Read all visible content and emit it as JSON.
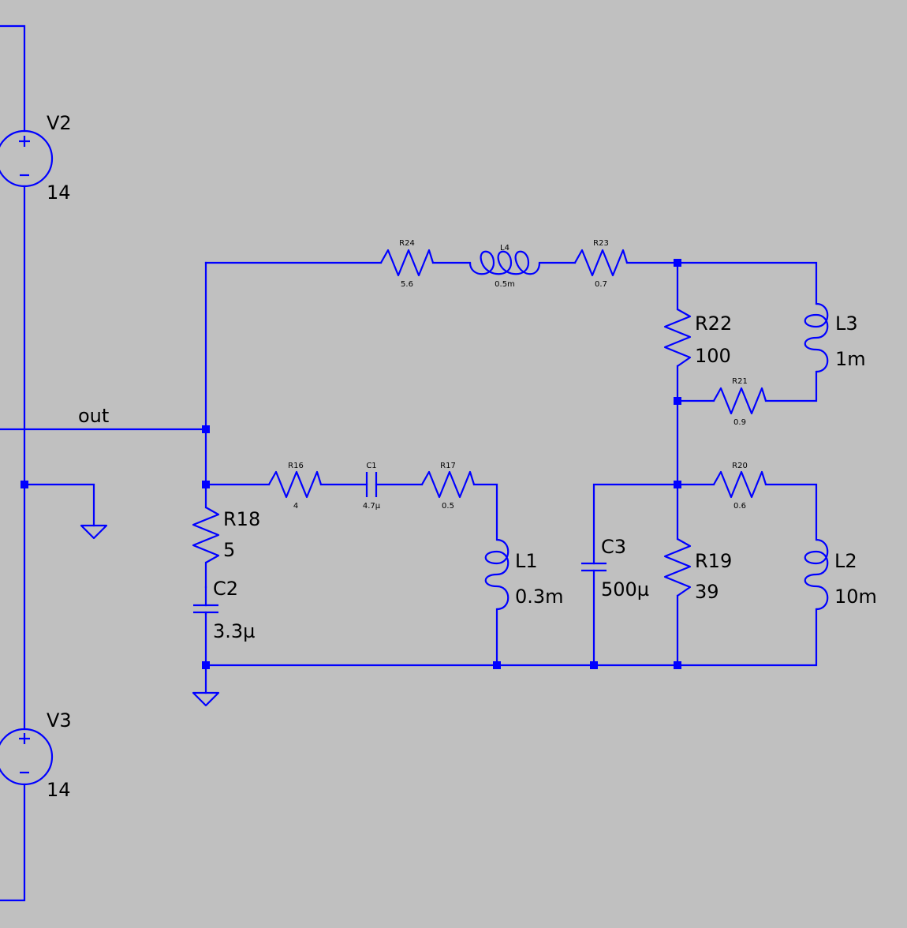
{
  "colors": {
    "background": "#c0c0c0",
    "wire": "#0000ff",
    "text": "#000000"
  },
  "net_labels": {
    "out": "out"
  },
  "components": {
    "V2": {
      "name": "V2",
      "value": "14"
    },
    "V3": {
      "name": "V3",
      "value": "14"
    },
    "R24": {
      "name": "R24",
      "value": "5.6"
    },
    "L4": {
      "name": "L4",
      "value": "0.5m"
    },
    "R23": {
      "name": "R23",
      "value": "0.7"
    },
    "R22": {
      "name": "R22",
      "value": "100"
    },
    "L3": {
      "name": "L3",
      "value": "1m"
    },
    "R21": {
      "name": "R21",
      "value": "0.9"
    },
    "R16": {
      "name": "R16",
      "value": "4"
    },
    "C1": {
      "name": "C1",
      "value": "4.7µ"
    },
    "R17": {
      "name": "R17",
      "value": "0.5"
    },
    "R18": {
      "name": "R18",
      "value": "5"
    },
    "C2": {
      "name": "C2",
      "value": "3.3µ"
    },
    "L1": {
      "name": "L1",
      "value": "0.3m"
    },
    "C3": {
      "name": "C3",
      "value": "500µ"
    },
    "R19": {
      "name": "R19",
      "value": "39"
    },
    "R20": {
      "name": "R20",
      "value": "0.6"
    },
    "L2": {
      "name": "L2",
      "value": "10m"
    }
  }
}
